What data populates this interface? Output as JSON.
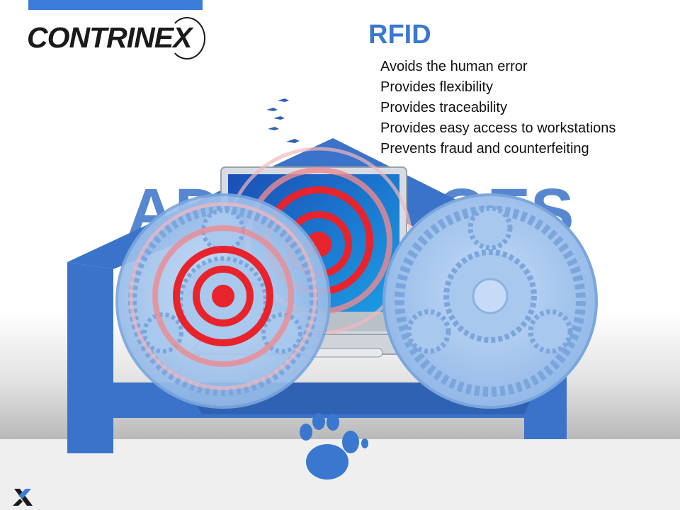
{
  "logo": {
    "text": "CONTRINEX"
  },
  "title": "RFID",
  "bullets": [
    "Avoids the human error",
    "Provides flexibility",
    "Provides traceability",
    "Provides easy access to workstations",
    "Prevents fraud and counterfeiting"
  ],
  "background_word": "ADVANTAGES",
  "colors": {
    "accent_blue": "#3b7dd8",
    "title_blue": "#3a78d0",
    "gear_blue": "#9ec3ef",
    "target_red": "#e8232b"
  },
  "icons": [
    "gear-icon",
    "rfid-target-icon",
    "laptop-icon",
    "paw-print-icon",
    "bird-icon",
    "contrinex-x-icon"
  ]
}
